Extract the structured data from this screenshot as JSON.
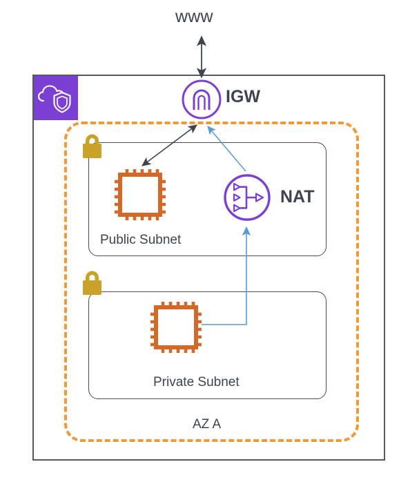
{
  "diagram": {
    "title": "AWS VPC architecture with public and private subnets",
    "colors": {
      "purple": "#7b3fd3",
      "orange_dash": "#ef9a36",
      "ec2_orange": "#d0692a",
      "lock_gold": "#c9a227",
      "border_gray": "#56595c",
      "text_gray": "#3d4450",
      "nat_flow_blue": "#5b9bd5"
    },
    "internet": {
      "label": "www",
      "link_to_igw": "bidirectional"
    },
    "vpc": {
      "logo_icon": "cloud-shield-icon",
      "igw": {
        "label": "IGW",
        "icon": "internet-gateway-icon"
      },
      "availability_zone": {
        "label": "AZ A",
        "subnets": [
          {
            "label": "Public Subnet",
            "lock_icon": "padlock-icon",
            "resources": [
              {
                "name": "ec2-instance",
                "icon": "cpu-chip-icon"
              },
              {
                "name": "nat-gateway",
                "icon": "nat-gateway-icon",
                "label": "NAT"
              }
            ]
          },
          {
            "label": "Private Subnet",
            "lock_icon": "padlock-icon",
            "resources": [
              {
                "name": "ec2-instance",
                "icon": "cpu-chip-icon"
              }
            ]
          }
        ]
      }
    },
    "connections": [
      {
        "from": "www",
        "to": "IGW",
        "style": "bidirectional",
        "color": "#3d4450"
      },
      {
        "from": "Public Subnet EC2",
        "to": "IGW",
        "style": "bidirectional",
        "color": "#3d4450"
      },
      {
        "from": "NAT",
        "to": "IGW",
        "style": "directional",
        "color": "#5b9bd5"
      },
      {
        "from": "Private Subnet EC2",
        "to": "NAT",
        "style": "directional",
        "color": "#5b9bd5"
      }
    ]
  }
}
